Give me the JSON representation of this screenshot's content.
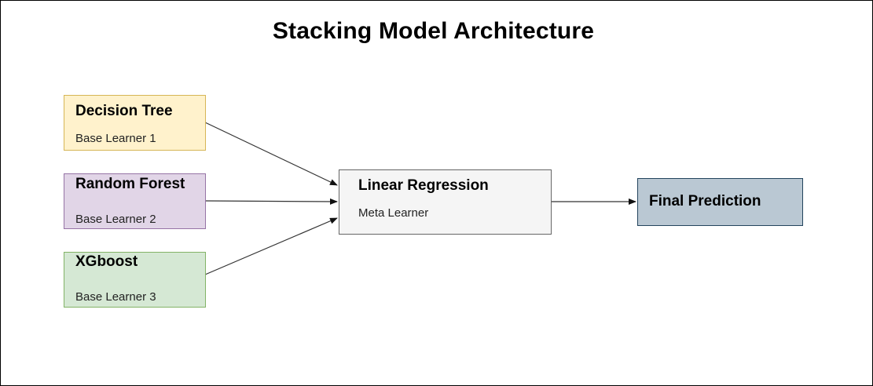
{
  "title": "Stacking Model Architecture",
  "colors": {
    "decision_tree_fill": "#fff2cc",
    "decision_tree_border": "#d6b656",
    "random_forest_fill": "#e1d5e7",
    "random_forest_border": "#9673a6",
    "xgboost_fill": "#d5e8d4",
    "xgboost_border": "#82b366",
    "linear_regression_fill": "#f5f5f5",
    "linear_regression_border": "#666666",
    "final_prediction_fill": "#bac8d3",
    "final_prediction_border": "#23445d",
    "edge": "#333333"
  },
  "nodes": {
    "decision_tree": {
      "name": "Decision Tree",
      "role": "Base Learner 1"
    },
    "random_forest": {
      "name": "Random Forest",
      "role": "Base Learner 2"
    },
    "xgboost": {
      "name": "XGboost",
      "role": "Base Learner 3"
    },
    "linear_regression": {
      "name": "Linear Regression",
      "role": "Meta Learner"
    },
    "final_prediction": {
      "name": "Final Prediction"
    }
  },
  "edges": [
    {
      "from": "decision_tree",
      "to": "linear_regression"
    },
    {
      "from": "random_forest",
      "to": "linear_regression"
    },
    {
      "from": "xgboost",
      "to": "linear_regression"
    },
    {
      "from": "linear_regression",
      "to": "final_prediction"
    }
  ]
}
